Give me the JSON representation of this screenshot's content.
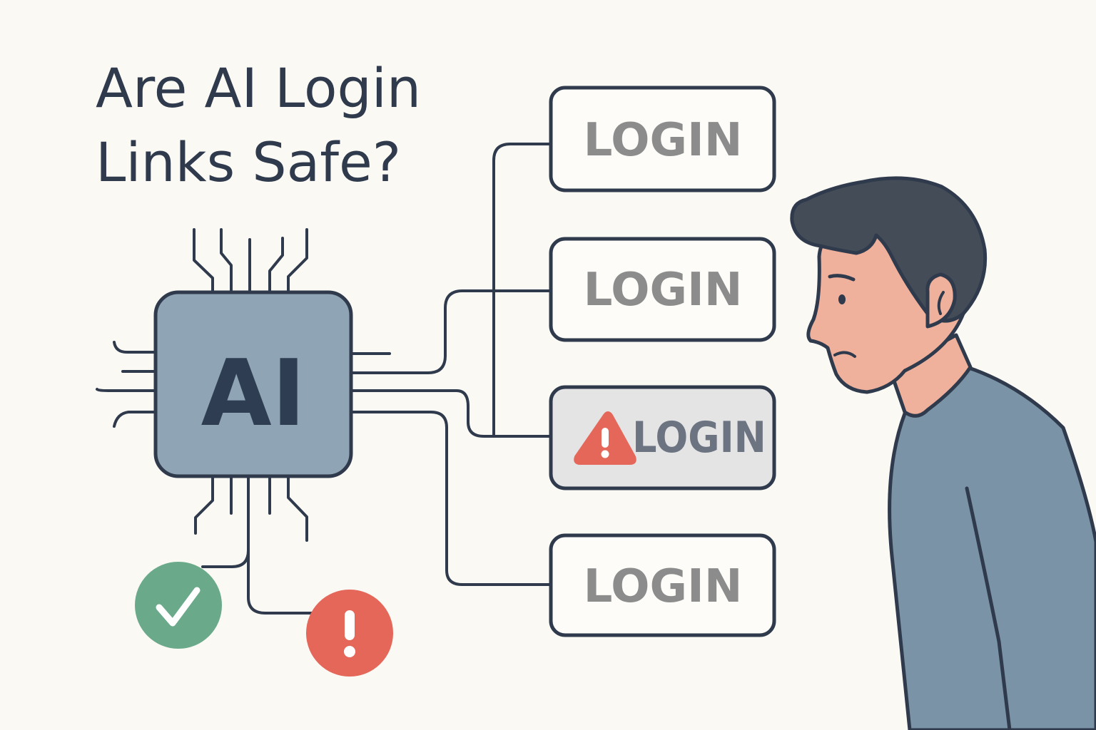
{
  "title": {
    "line1": "Are AI Login",
    "line2": "Links Safe?"
  },
  "chip": {
    "label": "AI"
  },
  "login_buttons": [
    {
      "label": "LOGIN",
      "state": "normal"
    },
    {
      "label": "LOGIN",
      "state": "normal"
    },
    {
      "label": "LOGIN",
      "state": "warning"
    },
    {
      "label": "LOGIN",
      "state": "normal"
    }
  ],
  "status_icons": {
    "safe": "check-icon",
    "danger": "exclamation-icon"
  },
  "colors": {
    "background": "#fbf9f4",
    "ink": "#2f3a4c",
    "chip_fill": "#8fa4b5",
    "safe_green": "#6aaa8a",
    "danger_red": "#e5675a",
    "warning_box": "#e4e4e4",
    "person_shirt": "#7a93a6",
    "person_hair": "#444c58",
    "person_skin": "#efb09c"
  }
}
